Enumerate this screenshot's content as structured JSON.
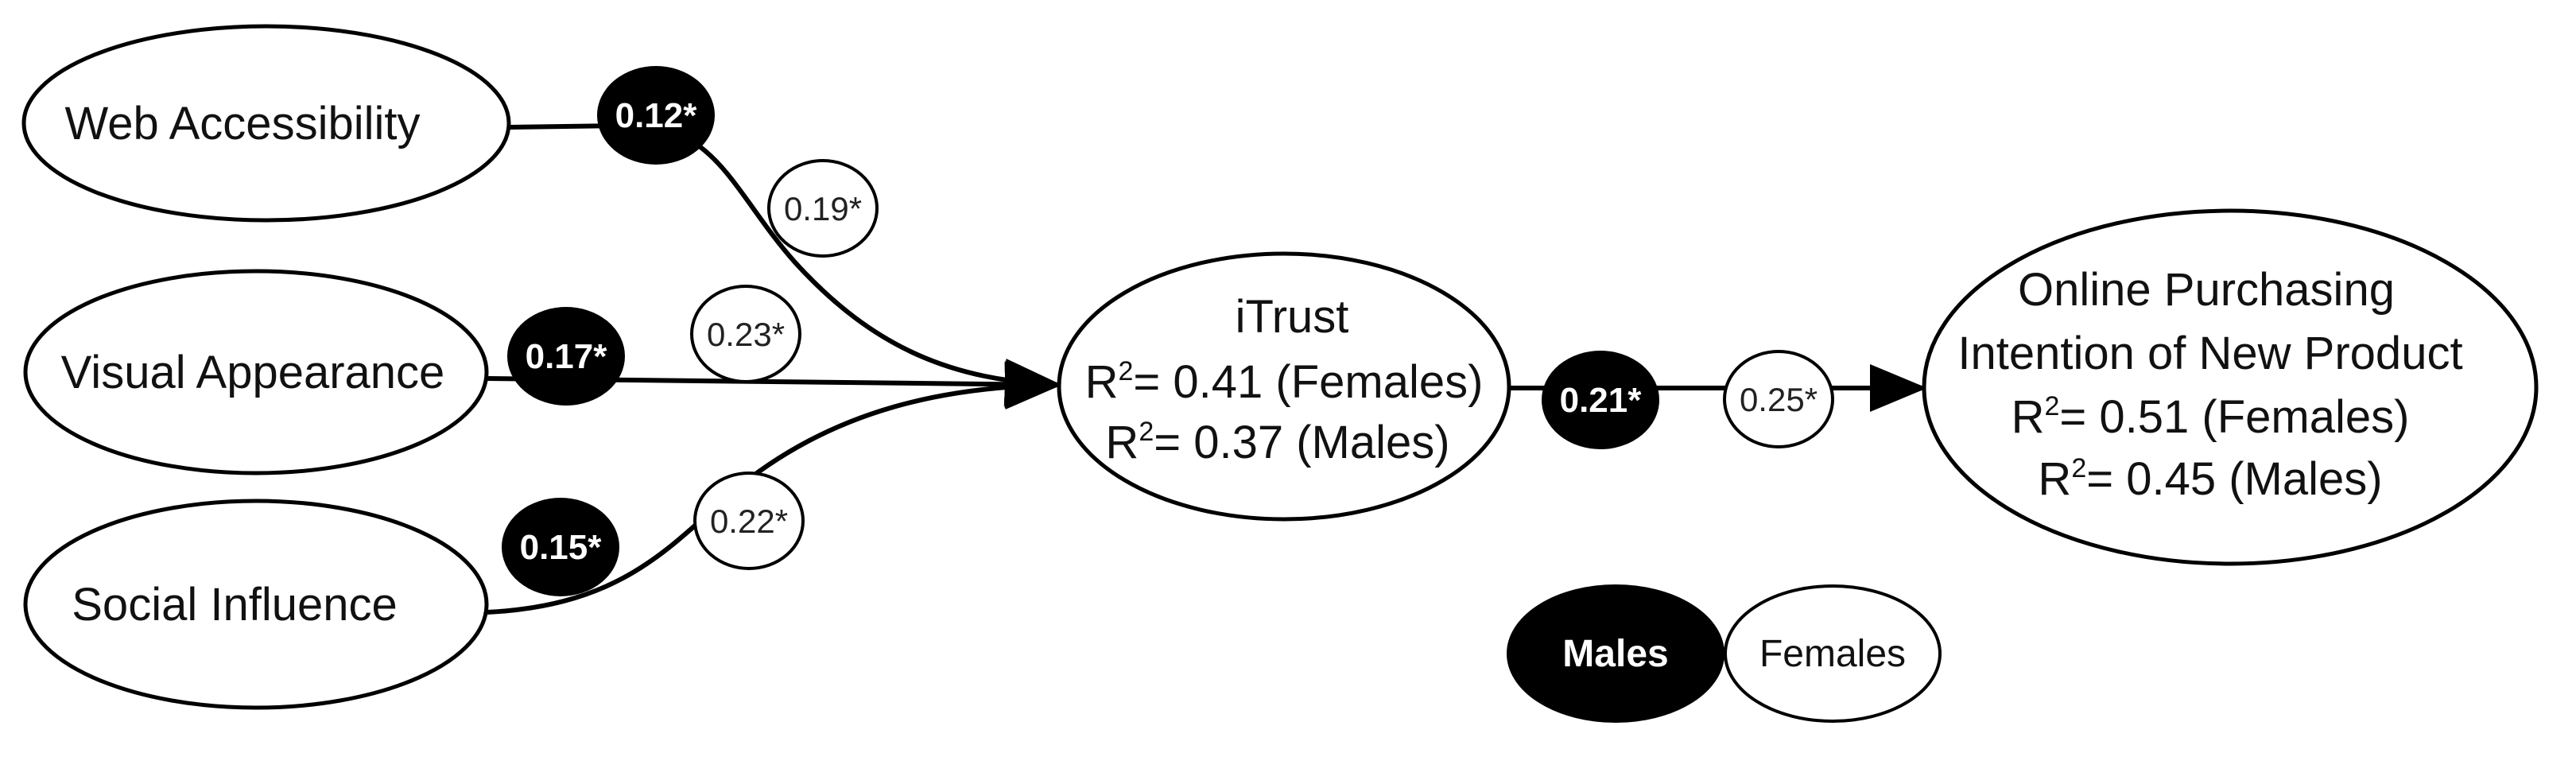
{
  "nodes": {
    "web_accessibility": "Web Accessibility",
    "visual_appearance": "Visual Appearance",
    "social_influence": "Social Influence",
    "itrust": {
      "title": "iTrust",
      "r2_prefix": "R",
      "r2_sup": "2",
      "r2_females": "= 0.41 (Females)",
      "r2_males": "= 0.37 (Males)"
    },
    "online_purchasing": {
      "line1": "Online Purchasing",
      "line2": "Intention of New Product",
      "r2_prefix": "R",
      "r2_sup": "2",
      "r2_females": "= 0.51 (Females)",
      "r2_males": "= 0.45 (Males)"
    }
  },
  "paths": {
    "web_to_itrust": {
      "males": "0.12*",
      "females": "0.19*"
    },
    "visual_to_itrust": {
      "males": "0.17*",
      "females": "0.23*"
    },
    "social_to_itrust": {
      "males": "0.15*",
      "females": "0.22*"
    },
    "itrust_to_purchase": {
      "males": "0.21*",
      "females": "0.25*"
    }
  },
  "legend": {
    "males": "Males",
    "females": "Females"
  },
  "colors": {
    "males_fill": "#000000",
    "females_fill": "#ffffff",
    "stroke": "#000000"
  }
}
